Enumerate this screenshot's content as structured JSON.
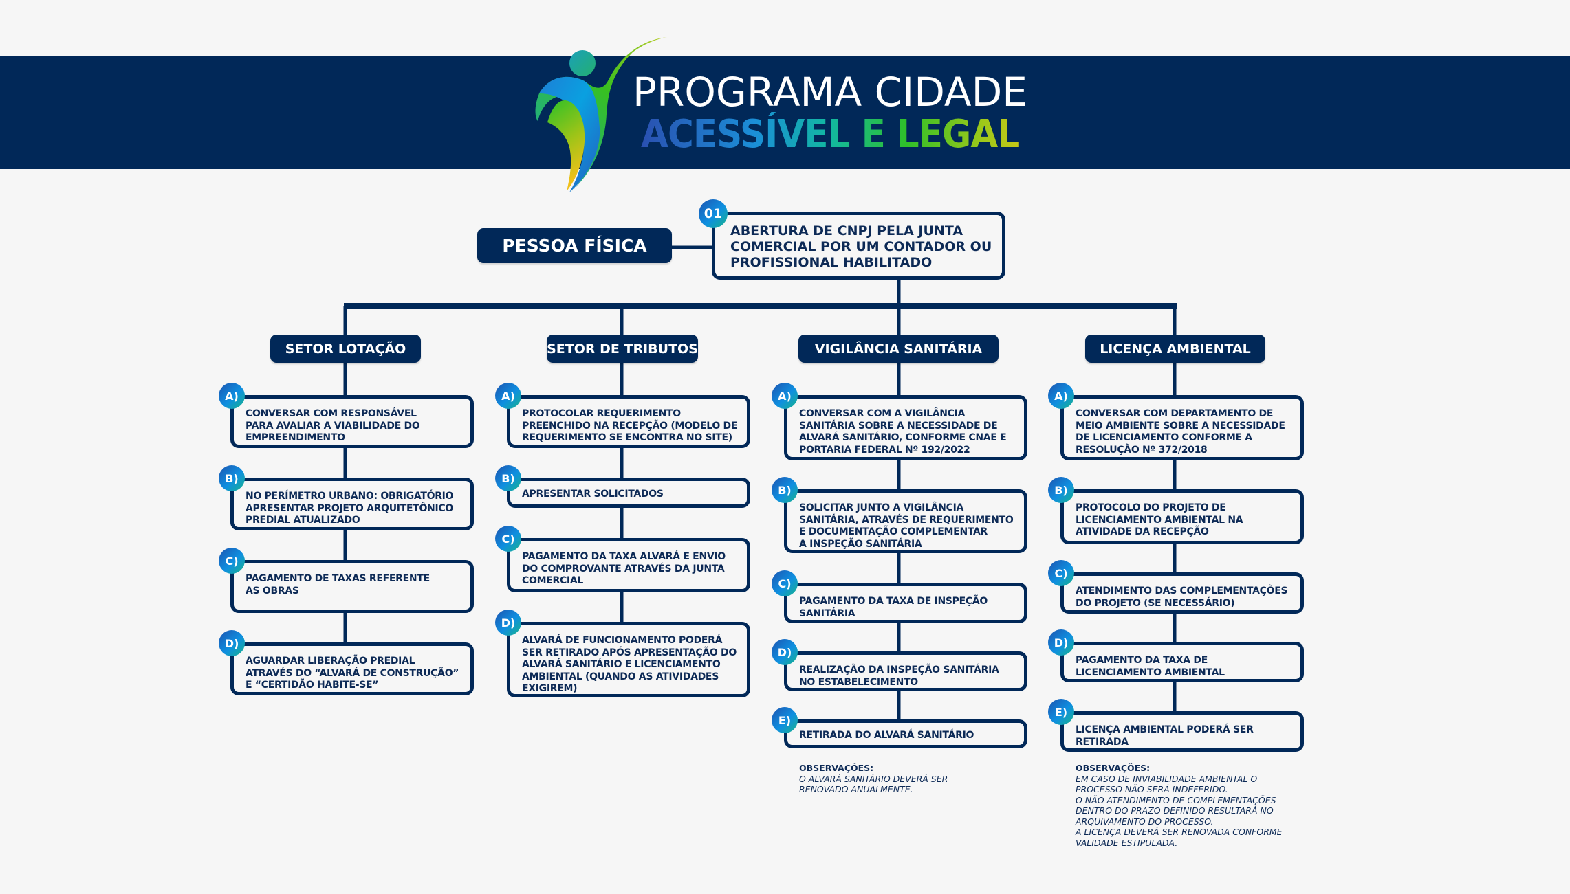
{
  "header": {
    "title_line1": "PROGRAMA CIDADE",
    "title_line2": "ACESSÍVEL E LEGAL",
    "logo_icon": "person-figure-logo-icon"
  },
  "colors": {
    "navy": "#012858",
    "text": "#0d2a56",
    "background": "#f6f6f6",
    "badge_gradient": [
      "#1d54b0",
      "#0f8fe0",
      "#18b48a"
    ],
    "title_gradient": [
      "#2a50b0",
      "#1b8fd8",
      "#12b8a0",
      "#2fc02a",
      "#c6c818"
    ]
  },
  "start": {
    "pessoa_label": "PESSOA FÍSICA",
    "step_number": "01",
    "step_text": "ABERTURA DE CNPJ PELA JUNTA\nCOMERCIAL POR UM CONTADOR OU\nPROFISSIONAL HABILITADO"
  },
  "columns": [
    {
      "title": "SETOR LOTAÇÃO",
      "steps": [
        {
          "label": "A)",
          "text": "CONVERSAR COM RESPONSÁVEL\nPARA AVALIAR A VIABILIDADE DO\nEMPREENDIMENTO"
        },
        {
          "label": "B)",
          "text": "NO PERÍMETRO URBANO: OBRIGATÓRIO\nAPRESENTAR PROJETO ARQUITETÔNICO\nPREDIAL ATUALIZADO"
        },
        {
          "label": "C)",
          "text": "PAGAMENTO DE TAXAS REFERENTE\nAS OBRAS"
        },
        {
          "label": "D)",
          "text": "AGUARDAR LIBERAÇÃO PREDIAL\nATRAVÉS DO “ALVARÁ DE CONSTRUÇÃO”\nE “CERTIDÃO HABITE-SE”"
        }
      ]
    },
    {
      "title": "SETOR DE TRIBUTOS",
      "steps": [
        {
          "label": "A)",
          "text": "PROTOCOLAR REQUERIMENTO\nPREENCHIDO NA RECEPÇÃO (MODELO DE\nREQUERIMENTO SE ENCONTRA NO SITE)"
        },
        {
          "label": "B)",
          "text": "APRESENTAR SOLICITADOS"
        },
        {
          "label": "C)",
          "text": "PAGAMENTO DA TAXA ALVARÁ E ENVIO\nDO COMPROVANTE ATRAVÉS DA JUNTA\nCOMERCIAL"
        },
        {
          "label": "D)",
          "text": "ALVARÁ DE FUNCIONAMENTO PODERÁ\nSER RETIRADO APÓS APRESENTAÇÃO DO\nALVARÁ SANITÁRIO E LICENCIAMENTO\nAMBIENTAL (QUANDO AS ATIVIDADES\nEXIGIREM)"
        }
      ]
    },
    {
      "title": "VIGILÂNCIA SANITÁRIA",
      "steps": [
        {
          "label": "A)",
          "text": "CONVERSAR COM A VIGILÂNCIA\nSANITÁRIA SOBRE A NECESSIDADE DE\nALVARÁ SANITÁRIO, CONFORME CNAE E\nPORTARIA FEDERAL Nº 192/2022"
        },
        {
          "label": "B)",
          "text": "SOLICITAR JUNTO A VIGILÂNCIA\nSANITÁRIA, ATRAVÉS DE REQUERIMENTO\nE DOCUMENTAÇÃO COMPLEMENTAR\nA INSPEÇÃO SANITÁRIA"
        },
        {
          "label": "C)",
          "text": "PAGAMENTO DA TAXA DE INSPEÇÃO\nSANITÁRIA"
        },
        {
          "label": "D)",
          "text": "REALIZAÇÃO DA INSPEÇÃO SANITÁRIA\nNO ESTABELECIMENTO"
        },
        {
          "label": "E)",
          "text": "RETIRADA DO ALVARÁ SANITÁRIO"
        }
      ],
      "observations": {
        "heading": "OBSERVAÇÕES:",
        "text": "O ALVARÁ SANITÁRIO DEVERÁ SER\nRENOVADO ANUALMENTE."
      }
    },
    {
      "title": "LICENÇA AMBIENTAL",
      "steps": [
        {
          "label": "A)",
          "text": "CONVERSAR COM DEPARTAMENTO DE\nMEIO AMBIENTE SOBRE A NECESSIDADE\nDE LICENCIAMENTO CONFORME A\nRESOLUÇÃO Nº 372/2018"
        },
        {
          "label": "B)",
          "text": "PROTOCOLO DO PROJETO DE\nLICENCIAMENTO AMBIENTAL NA\nATIVIDADE DA RECEPÇÃO"
        },
        {
          "label": "C)",
          "text": "ATENDIMENTO DAS COMPLEMENTAÇÕES\nDO PROJETO (SE NECESSÁRIO)"
        },
        {
          "label": "D)",
          "text": "PAGAMENTO DA TAXA DE\nLICENCIAMENTO AMBIENTAL"
        },
        {
          "label": "E)",
          "text": "LICENÇA AMBIENTAL PODERÁ SER\nRETIRADA"
        }
      ],
      "observations": {
        "heading": "OBSERVAÇÕES:",
        "text": "EM CASO DE INVIABILIDADE AMBIENTAL O\nPROCESSO NÃO SERÁ INDEFERIDO.\nO NÃO ATENDIMENTO DE COMPLEMENTAÇÕES\nDENTRO DO PRAZO DEFINIDO RESULTARÁ NO\nARQUIVAMENTO DO PROCESSO.\nA LICENÇA DEVERÁ SER RENOVADA CONFORME\nVALIDADE ESTIPULADA."
      }
    }
  ]
}
